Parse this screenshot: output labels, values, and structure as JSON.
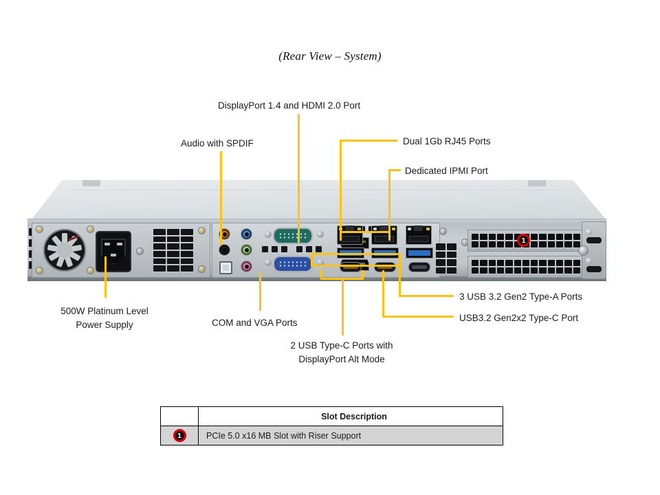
{
  "title": "(Rear View – System)",
  "accent_color": "#FFC20E",
  "badge_color": "#D9000D",
  "callouts": {
    "displayport_hdmi": "DisplayPort 1.4 and HDMI 2.0 Port",
    "audio_spdif": "Audio with SPDIF",
    "rj45": "Dual 1Gb RJ45 Ports",
    "ipmi": "Dedicated IPMI Port",
    "psu_line1": "500W Platinum Level",
    "psu_line2": "Power Supply",
    "com_vga": "COM and VGA Ports",
    "typec_dp_line1": "2 USB Type-C Ports with",
    "typec_dp_line2": "DisplayPort Alt Mode",
    "usb_type_a": "3 USB 3.2 Gen2 Type-A Ports",
    "usb_type_c": "USB3.2 Gen2x2 Type-C Port"
  },
  "slot_table": {
    "header_num": "",
    "header_desc": "Slot Description",
    "rows": [
      {
        "num": "1",
        "desc": "PCIe 5.0 x16 MB Slot with Riser Support"
      }
    ]
  },
  "chassis_badge": "1"
}
